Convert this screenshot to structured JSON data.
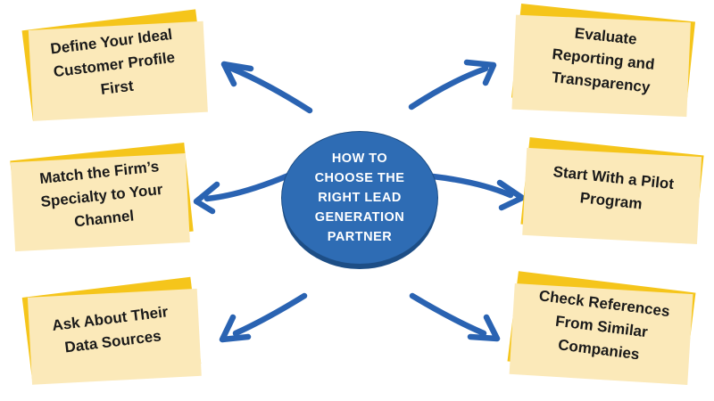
{
  "center": {
    "lines": [
      "HOW TO",
      "CHOOSE THE",
      "RIGHT LEAD",
      "GENERATION",
      "PARTNER"
    ]
  },
  "nodes": [
    {
      "id": "define-icp",
      "position": "top-left",
      "label": "Define Your Ideal Customer Profile First"
    },
    {
      "id": "match-specialty",
      "position": "middle-left",
      "label": "Match the Firm’s Specialty to Your Channel"
    },
    {
      "id": "ask-data-sources",
      "position": "bottom-left",
      "label": "Ask About Their Data Sources"
    },
    {
      "id": "evaluate-reporting",
      "position": "top-right",
      "label": "Evaluate Reporting and Transparency"
    },
    {
      "id": "pilot-program",
      "position": "middle-right",
      "label": "Start With a Pilot Program"
    },
    {
      "id": "check-references",
      "position": "bottom-right",
      "label": "Check References From Similar Companies"
    }
  ],
  "colors": {
    "background": "#FFFFFF",
    "node-yellow": "#F5C51B",
    "node-shadow": "#FBE9B9",
    "node-text": "#1A1A1A",
    "center-blue": "#2E6CB4",
    "center-rim": "#1D4E86",
    "center-text": "#FFFFFF",
    "arrow-blue": "#2A63B2"
  }
}
